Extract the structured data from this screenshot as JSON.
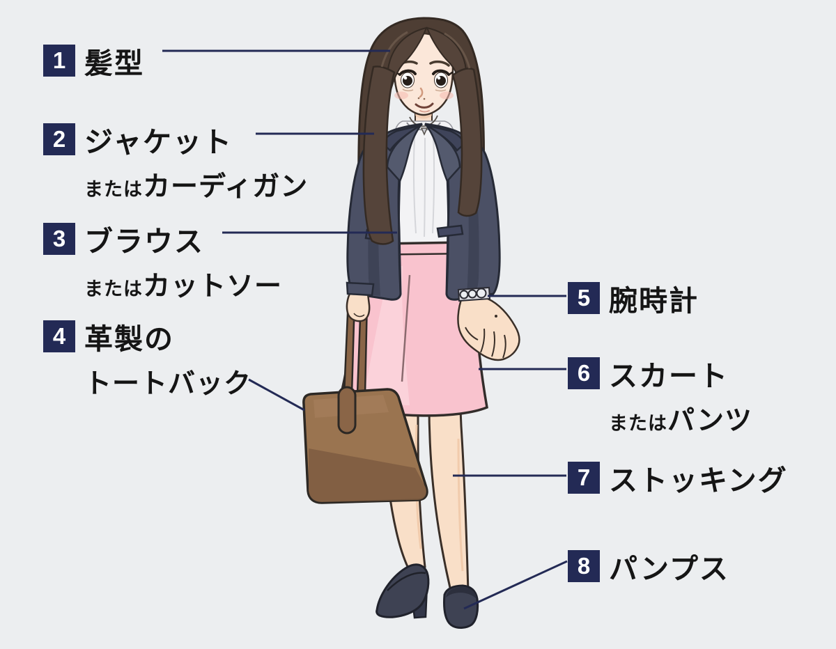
{
  "colors": {
    "background": "#eceef0",
    "accent": "#232a55",
    "text": "#151515",
    "badge_text": "#ffffff",
    "jacket_navy": "#4b5065",
    "blouse_white": "#f3f3f5",
    "skirt_pink": "#f9c3ce",
    "bag_brown": "#9a7450",
    "hair_brown": "#55443a",
    "skin": "#f9dfc8",
    "pumps_dark": "#3e4253"
  },
  "items": [
    {
      "num": "1",
      "line1": "髪型"
    },
    {
      "num": "2",
      "line1": "ジャケット",
      "line2_prefix": "または",
      "line2": "カーディガン"
    },
    {
      "num": "3",
      "line1": "ブラウス",
      "line2_prefix": "または",
      "line2": "カットソー"
    },
    {
      "num": "4",
      "line1": "革製の",
      "line2": "トートバック"
    },
    {
      "num": "5",
      "line1": "腕時計"
    },
    {
      "num": "6",
      "line1": "スカート",
      "line2_prefix": "または",
      "line2": "パンツ"
    },
    {
      "num": "7",
      "line1": "ストッキング"
    },
    {
      "num": "8",
      "line1": "パンプス"
    }
  ]
}
